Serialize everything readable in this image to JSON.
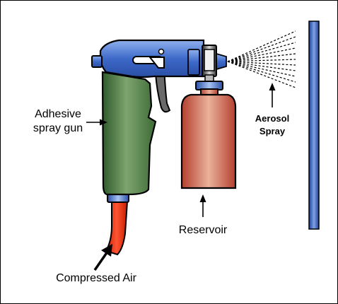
{
  "labels": {
    "gun_line1": "Adhesive",
    "gun_line2": "spray gun",
    "aerosol_line1": "Aerosol",
    "aerosol_line2": "Spray",
    "reservoir": "Reservoir",
    "air": "Compressed Air"
  },
  "colors": {
    "gun_head": "#3d69c9",
    "handle": "#4d7a45",
    "reservoir": "#b4402f",
    "hose": "#ee2200",
    "panel": "#2a54b8"
  }
}
